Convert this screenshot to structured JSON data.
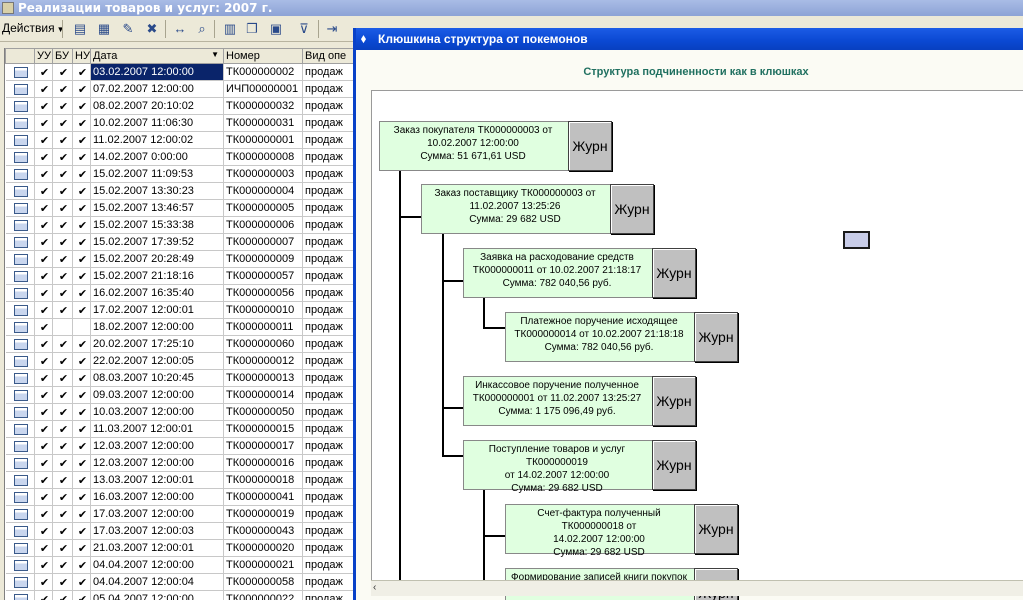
{
  "back_window": {
    "title": "Реализации товаров и услуг: 2007 г.",
    "actions_label": "Действия",
    "columns": [
      "",
      "УУ",
      "БУ",
      "НУ",
      "Дата",
      "Номер",
      "Вид опе"
    ],
    "rows": [
      {
        "uu": "✔",
        "bu": "✔",
        "nu": "✔",
        "date": "03.02.2007 12:00:00",
        "number": "ТК000000002",
        "kind": "продаж"
      },
      {
        "uu": "✔",
        "bu": "✔",
        "nu": "✔",
        "date": "07.02.2007 12:00:00",
        "number": "ИЧП00000001",
        "kind": "продаж"
      },
      {
        "uu": "✔",
        "bu": "✔",
        "nu": "✔",
        "date": "08.02.2007 20:10:02",
        "number": "ТК000000032",
        "kind": "продаж"
      },
      {
        "uu": "✔",
        "bu": "✔",
        "nu": "✔",
        "date": "10.02.2007 11:06:30",
        "number": "ТК000000031",
        "kind": "продаж"
      },
      {
        "uu": "✔",
        "bu": "✔",
        "nu": "✔",
        "date": "11.02.2007 12:00:02",
        "number": "ТК000000001",
        "kind": "продаж"
      },
      {
        "uu": "✔",
        "bu": "✔",
        "nu": "✔",
        "date": "14.02.2007 0:00:00",
        "number": "ТК000000008",
        "kind": "продаж"
      },
      {
        "uu": "✔",
        "bu": "✔",
        "nu": "✔",
        "date": "15.02.2007 11:09:53",
        "number": "ТК000000003",
        "kind": "продаж"
      },
      {
        "uu": "✔",
        "bu": "✔",
        "nu": "✔",
        "date": "15.02.2007 13:30:23",
        "number": "ТК000000004",
        "kind": "продаж"
      },
      {
        "uu": "✔",
        "bu": "✔",
        "nu": "✔",
        "date": "15.02.2007 13:46:57",
        "number": "ТК000000005",
        "kind": "продаж"
      },
      {
        "uu": "✔",
        "bu": "✔",
        "nu": "✔",
        "date": "15.02.2007 15:33:38",
        "number": "ТК000000006",
        "kind": "продаж"
      },
      {
        "uu": "✔",
        "bu": "✔",
        "nu": "✔",
        "date": "15.02.2007 17:39:52",
        "number": "ТК000000007",
        "kind": "продаж"
      },
      {
        "uu": "✔",
        "bu": "✔",
        "nu": "✔",
        "date": "15.02.2007 20:28:49",
        "number": "ТК000000009",
        "kind": "продаж"
      },
      {
        "uu": "✔",
        "bu": "✔",
        "nu": "✔",
        "date": "15.02.2007 21:18:16",
        "number": "ТК000000057",
        "kind": "продаж"
      },
      {
        "uu": "✔",
        "bu": "✔",
        "nu": "✔",
        "date": "16.02.2007 16:35:40",
        "number": "ТК000000056",
        "kind": "продаж"
      },
      {
        "uu": "✔",
        "bu": "✔",
        "nu": "✔",
        "date": "17.02.2007 12:00:01",
        "number": "ТК000000010",
        "kind": "продаж"
      },
      {
        "uu": "✔",
        "bu": "",
        "nu": "",
        "date": "18.02.2007 12:00:00",
        "number": "ТК000000011",
        "kind": "продаж"
      },
      {
        "uu": "✔",
        "bu": "✔",
        "nu": "✔",
        "date": "20.02.2007 17:25:10",
        "number": "ТК000000060",
        "kind": "продаж"
      },
      {
        "uu": "✔",
        "bu": "✔",
        "nu": "✔",
        "date": "22.02.2007 12:00:05",
        "number": "ТК000000012",
        "kind": "продаж"
      },
      {
        "uu": "✔",
        "bu": "✔",
        "nu": "✔",
        "date": "08.03.2007 10:20:45",
        "number": "ТК000000013",
        "kind": "продаж"
      },
      {
        "uu": "✔",
        "bu": "✔",
        "nu": "✔",
        "date": "09.03.2007 12:00:00",
        "number": "ТК000000014",
        "kind": "продаж"
      },
      {
        "uu": "✔",
        "bu": "✔",
        "nu": "✔",
        "date": "10.03.2007 12:00:00",
        "number": "ТК000000050",
        "kind": "продаж"
      },
      {
        "uu": "✔",
        "bu": "✔",
        "nu": "✔",
        "date": "11.03.2007 12:00:01",
        "number": "ТК000000015",
        "kind": "продаж"
      },
      {
        "uu": "✔",
        "bu": "✔",
        "nu": "✔",
        "date": "12.03.2007 12:00:00",
        "number": "ТК000000017",
        "kind": "продаж"
      },
      {
        "uu": "✔",
        "bu": "✔",
        "nu": "✔",
        "date": "12.03.2007 12:00:00",
        "number": "ТК000000016",
        "kind": "продаж"
      },
      {
        "uu": "✔",
        "bu": "✔",
        "nu": "✔",
        "date": "13.03.2007 12:00:01",
        "number": "ТК000000018",
        "kind": "продаж"
      },
      {
        "uu": "✔",
        "bu": "✔",
        "nu": "✔",
        "date": "16.03.2007 12:00:00",
        "number": "ТК000000041",
        "kind": "продаж"
      },
      {
        "uu": "✔",
        "bu": "✔",
        "nu": "✔",
        "date": "17.03.2007 12:00:00",
        "number": "ТК000000019",
        "kind": "продаж"
      },
      {
        "uu": "✔",
        "bu": "✔",
        "nu": "✔",
        "date": "17.03.2007 12:00:03",
        "number": "ТК000000043",
        "kind": "продаж"
      },
      {
        "uu": "✔",
        "bu": "✔",
        "nu": "✔",
        "date": "21.03.2007 12:00:01",
        "number": "ТК000000020",
        "kind": "продаж"
      },
      {
        "uu": "✔",
        "bu": "✔",
        "nu": "✔",
        "date": "04.04.2007 12:00:00",
        "number": "ТК000000021",
        "kind": "продаж"
      },
      {
        "uu": "✔",
        "bu": "✔",
        "nu": "✔",
        "date": "04.04.2007 12:00:04",
        "number": "ТК000000058",
        "kind": "продаж"
      },
      {
        "uu": "✔",
        "bu": "✔",
        "nu": "✔",
        "date": "05.04.2007 12:00:00",
        "number": "ТК000000022",
        "kind": "продаж"
      }
    ]
  },
  "front_window": {
    "title": "Клюшкина структура от покемонов",
    "heading": "Структура подчиненности как в клюшках",
    "journal_label": "Журн",
    "nodes": [
      {
        "line1": "Заказ покупателя ТК000000003 от",
        "line2": "10.02.2007 12:00:00",
        "line3": "Сумма: 51 671,61 USD"
      },
      {
        "line1": "Заказ поставщику ТК000000003 от",
        "line2": "11.02.2007 13:25:26",
        "line3": "Сумма: 29 682 USD"
      },
      {
        "line1": "Заявка на расходование средств",
        "line2": "ТК000000011 от 10.02.2007 21:18:17",
        "line3": "Сумма: 782 040,56 руб."
      },
      {
        "line1": "Платежное поручение исходящее",
        "line2": "ТК000000014 от 10.02.2007 21:18:18",
        "line3": "Сумма: 782 040,56 руб."
      },
      {
        "line1": "Инкассовое поручение полученное",
        "line2": "ТК000000001 от 11.02.2007 13:25:27",
        "line3": "Сумма: 1 175 096,49 руб."
      },
      {
        "line1": "Поступление товаров и услуг ТК000000019",
        "line2": "от 14.02.2007 12:00:00",
        "line3": "Сумма: 29 682 USD"
      },
      {
        "line1": "Счет-фактура полученный ТК000000018 от",
        "line2": "14.02.2007 12:00:00",
        "line3": "Сумма: 29 682 USD"
      },
      {
        "line1": "Формирование записей книги покупок",
        "line2": "",
        "line3": ""
      }
    ]
  },
  "icons": [
    "app-icon",
    "doc-icon",
    "window-icon",
    "scroll-left-icon",
    "sort-arrow-icon"
  ],
  "colors": {
    "title_active": "#0A48D2",
    "node_fill": "#E0FFE0",
    "heading": "#207060",
    "selection": "#0A246A"
  }
}
